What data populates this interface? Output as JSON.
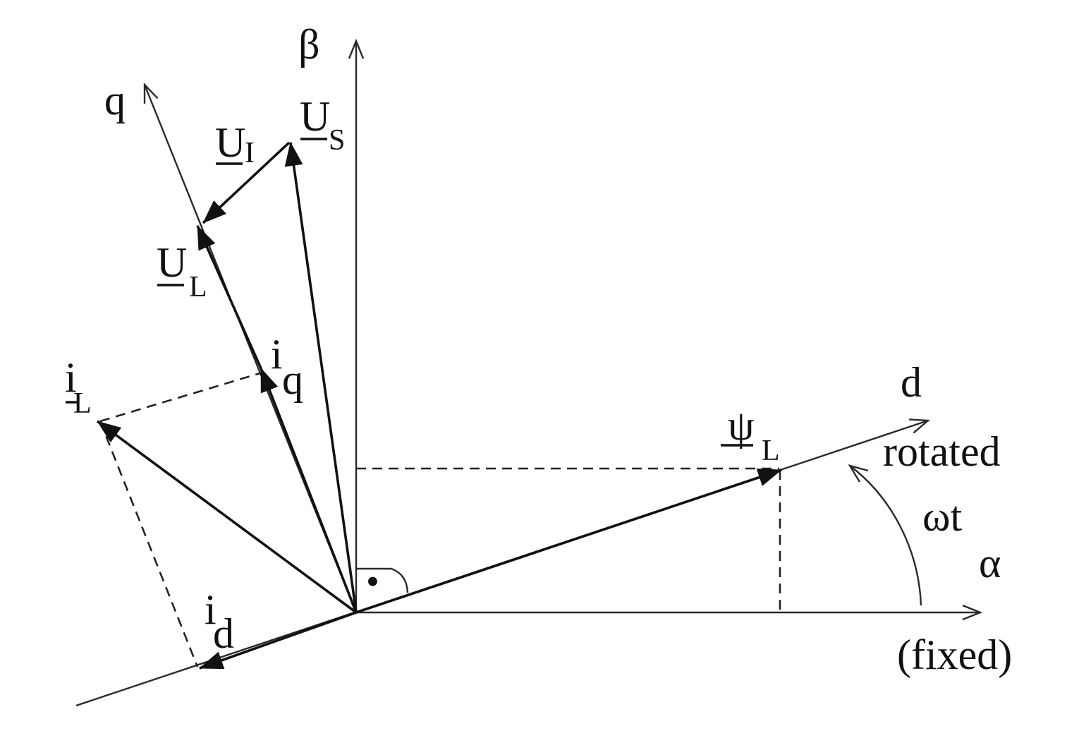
{
  "diagram": {
    "axes": {
      "beta": "β",
      "alpha": "α",
      "d": "d",
      "q": "q",
      "rotated": "rotated",
      "fixed": "(fixed)",
      "omega_t": "ωt"
    },
    "vectors": {
      "u_s": {
        "main": "U",
        "sub": "S"
      },
      "u_i": {
        "main": "U",
        "sub": "I"
      },
      "u_l": {
        "main": "U",
        "sub": "L"
      },
      "i_l": {
        "main": "i",
        "sub": "L"
      },
      "i_q": {
        "main": "i",
        "sub": "q"
      },
      "i_d": {
        "main": "i",
        "sub": "d"
      },
      "psi_l": {
        "main": "ψ",
        "sub": "L"
      }
    },
    "right_angle_marker": "•"
  }
}
